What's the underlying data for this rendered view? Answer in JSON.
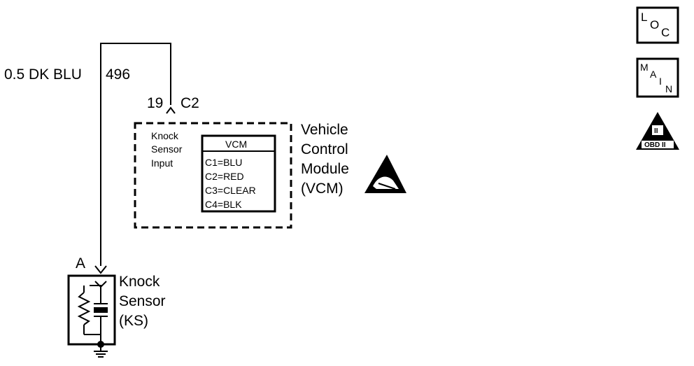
{
  "wire": {
    "gauge_color": "0.5 DK BLU",
    "circuit": "496"
  },
  "connector": {
    "pin": "19",
    "id": "C2"
  },
  "vcm": {
    "input_label_1": "Knock",
    "input_label_2": "Sensor",
    "input_label_3": "Input",
    "table_title": "VCM",
    "connectors": [
      "C1=BLU",
      "C2=RED",
      "C3=CLEAR",
      "C4=BLK"
    ],
    "name_1": "Vehicle",
    "name_2": "Control",
    "name_3": "Module",
    "name_4": "(VCM)"
  },
  "sensor": {
    "terminal": "A",
    "name_1": "Knock",
    "name_2": "Sensor",
    "name_3": "(KS)"
  },
  "icons": {
    "loc": {
      "l": "L",
      "o": "O",
      "c": "C"
    },
    "main": {
      "m": "M",
      "a": "A",
      "i": "I",
      "n": "N"
    },
    "obd": {
      "numeral": "II",
      "label": "OBD II"
    }
  }
}
